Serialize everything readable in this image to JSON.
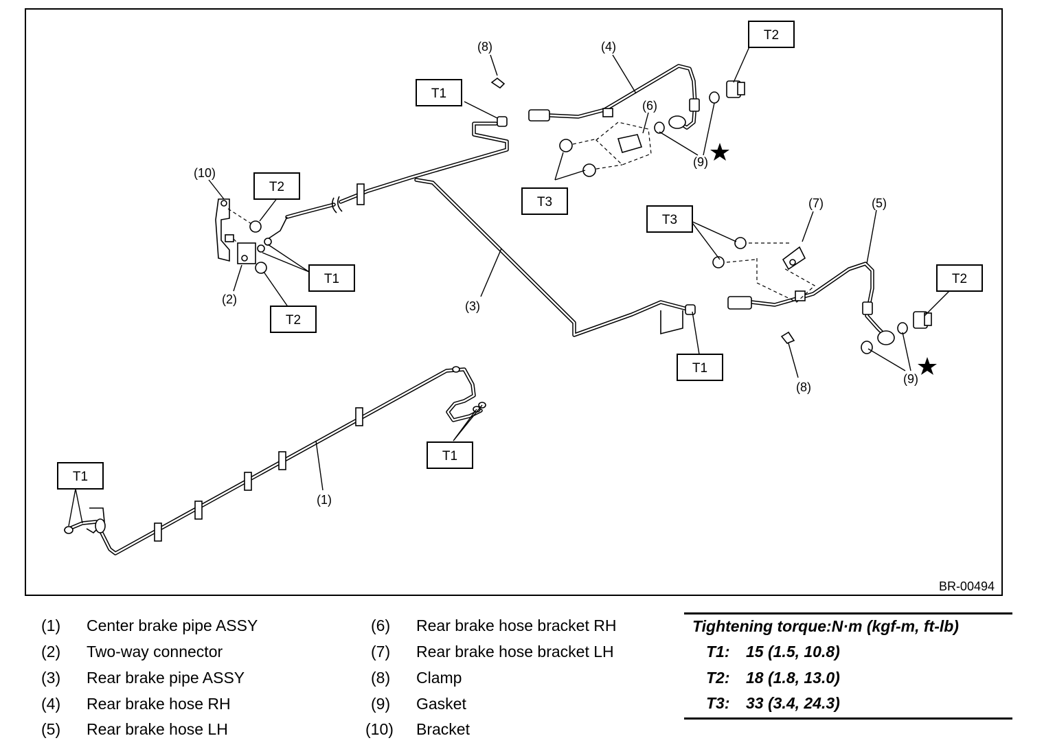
{
  "figure_id": "BR-00494",
  "callouts": {
    "c1": "(1)",
    "c2": "(2)",
    "c3": "(3)",
    "c4": "(4)",
    "c5": "(5)",
    "c6": "(6)",
    "c7": "(7)",
    "c8": "(8)",
    "c9": "(9)",
    "c10": "(10)"
  },
  "torque_codes": {
    "t1": "T1",
    "t2": "T2",
    "t3": "T3"
  },
  "legend": [
    {
      "num": "(1)",
      "name": "Center brake pipe ASSY"
    },
    {
      "num": "(2)",
      "name": "Two-way connector"
    },
    {
      "num": "(3)",
      "name": "Rear brake pipe ASSY"
    },
    {
      "num": "(4)",
      "name": "Rear brake hose RH"
    },
    {
      "num": "(5)",
      "name": "Rear brake hose LH"
    },
    {
      "num": "(6)",
      "name": "Rear brake hose bracket RH"
    },
    {
      "num": "(7)",
      "name": "Rear brake hose bracket LH"
    },
    {
      "num": "(8)",
      "name": "Clamp"
    },
    {
      "num": "(9)",
      "name": "Gasket"
    },
    {
      "num": "(10)",
      "name": "Bracket"
    }
  ],
  "torque_table": {
    "title": "Tightening torque:N·m (kgf-m, ft-lb)",
    "rows": [
      {
        "code": "T1:",
        "value": "15 (1.5, 10.8)"
      },
      {
        "code": "T2:",
        "value": "18 (1.8, 13.0)"
      },
      {
        "code": "T3:",
        "value": "33 (3.4, 24.3)"
      }
    ]
  }
}
